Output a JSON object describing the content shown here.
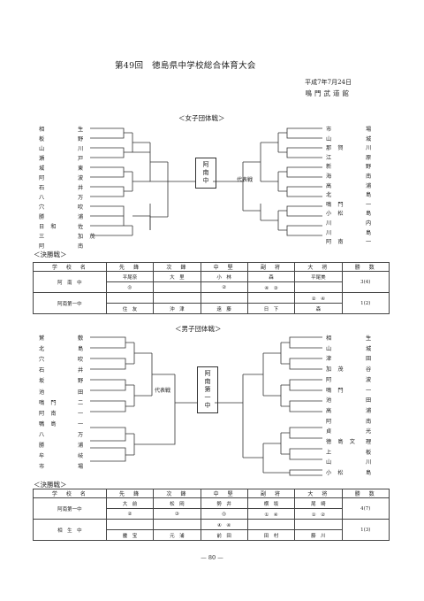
{
  "header": {
    "title": "第49回　徳島県中学校総合体育大会",
    "date": "平成7年7月24日",
    "venue": "鳴門武道館"
  },
  "girls": {
    "section": "＜女子団体戦＞",
    "left_teams": [
      {
        "a": "相",
        "b": "生"
      },
      {
        "a": "板",
        "b": "野"
      },
      {
        "a": "山",
        "b": "川"
      },
      {
        "a": "瀬",
        "b": "戸"
      },
      {
        "a": "城",
        "b": "東"
      },
      {
        "a": "阿",
        "b": "波"
      },
      {
        "a": "石",
        "b": "井"
      },
      {
        "a": "八",
        "b": "万"
      },
      {
        "a": "穴",
        "b": "吹"
      },
      {
        "a": "勝",
        "b": "浦"
      },
      {
        "a": "日　和",
        "b": "佐"
      },
      {
        "a": "三",
        "b": "加　茂"
      },
      {
        "a": "阿",
        "b": "南"
      }
    ],
    "right_teams": [
      {
        "a": "市",
        "b": "場"
      },
      {
        "a": "山",
        "b": "城"
      },
      {
        "a": "那　賀",
        "b": "川"
      },
      {
        "a": "江",
        "b": "原"
      },
      {
        "a": "新",
        "b": "野"
      },
      {
        "a": "海",
        "b": "南"
      },
      {
        "a": "高",
        "b": "浦"
      },
      {
        "a": "北",
        "b": "島"
      },
      {
        "a": "鳴　門",
        "b": "一"
      },
      {
        "a": "小　松",
        "b": "島"
      },
      {
        "a": "川",
        "b": "内"
      },
      {
        "a": "川",
        "b": "島"
      },
      {
        "a": "阿　南",
        "b": "一"
      }
    ],
    "champion": [
      "阿",
      "南",
      "中"
    ],
    "rep_label": "代表戦",
    "final_label": "＜決勝戦＞",
    "final": {
      "headers": [
        "学　校　名",
        "先　鋒",
        "次　鋒",
        "中　堅",
        "副　将",
        "大　将",
        "勝　数"
      ],
      "rows": [
        {
          "school": "阿　南　中",
          "names": [
            "平尾奈",
            "大　里",
            "小　林",
            "森",
            "平尾美"
          ],
          "marks": [
            "◎",
            "",
            "②",
            "④　③",
            ""
          ],
          "wins": "3(4)"
        },
        {
          "school": "阿南第一中",
          "names": [
            "住　友",
            "沖　津",
            "遠　藤",
            "日　下",
            "森"
          ],
          "marks": [
            "",
            "",
            "",
            "",
            "②　④"
          ],
          "wins": "1(2)"
        }
      ]
    }
  },
  "boys": {
    "section": "＜男子団体戦＞",
    "left_teams": [
      {
        "a": "鷲",
        "b": "敷"
      },
      {
        "a": "北",
        "b": "島"
      },
      {
        "a": "穴",
        "b": "吹"
      },
      {
        "a": "石",
        "b": "井"
      },
      {
        "a": "坂",
        "b": "野"
      },
      {
        "a": "池",
        "b": "田"
      },
      {
        "a": "鳴　門",
        "b": "二"
      },
      {
        "a": "阿　南",
        "b": "一"
      },
      {
        "a": "鴨　島",
        "b": "一"
      },
      {
        "a": "八",
        "b": "万"
      },
      {
        "a": "勝",
        "b": "浦"
      },
      {
        "a": "牟",
        "b": "岐"
      },
      {
        "a": "市",
        "b": "場"
      }
    ],
    "right_teams": [
      {
        "a": "相",
        "b": "生"
      },
      {
        "a": "山",
        "b": "城"
      },
      {
        "a": "津",
        "b": "田"
      },
      {
        "a": "加　茂",
        "b": "谷"
      },
      {
        "a": "阿",
        "b": "波"
      },
      {
        "a": "鳴　門",
        "b": "一"
      },
      {
        "a": "池",
        "b": "田"
      },
      {
        "a": "高",
        "b": "浦"
      },
      {
        "a": "阿",
        "b": "南"
      },
      {
        "a": "貞",
        "b": "光"
      },
      {
        "a": "徳　島　文",
        "b": "理"
      },
      {
        "a": "上",
        "b": "板"
      },
      {
        "a": "山",
        "b": "川"
      },
      {
        "a": "小　松",
        "b": "島"
      }
    ],
    "champion": [
      "阿",
      "南",
      "第",
      "一",
      "中"
    ],
    "rep_label": "代表戦",
    "final_label": "＜決勝戦＞",
    "final": {
      "headers": [
        "学　校　名",
        "先　鋒",
        "次　鋒",
        "中　堅",
        "副　将",
        "大　将",
        "勝　数"
      ],
      "rows": [
        {
          "school": "阿南第一中",
          "names": [
            "大　前",
            "松　岡",
            "勢　井",
            "横　坂",
            "尾　崎"
          ],
          "marks": [
            "②",
            "③",
            "◎",
            "①　④",
            "①　②"
          ],
          "wins": "4(7)"
        },
        {
          "school": "相　生　中",
          "names": [
            "畿　宝",
            "元　浦",
            "前　田",
            "田　村",
            "藤　川"
          ],
          "marks": [
            "",
            "",
            "④　④",
            "",
            ""
          ],
          "wins": "1(3)"
        }
      ]
    }
  },
  "footer": {
    "page": "— 80 —"
  }
}
